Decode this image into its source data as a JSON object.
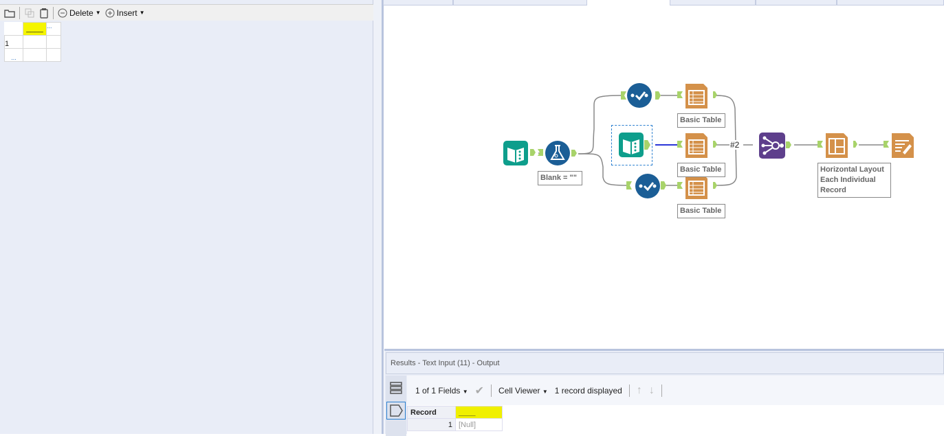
{
  "left_panel": {
    "toolbar": {
      "delete_label": "Delete",
      "insert_label": "Insert"
    },
    "grid": {
      "header_cell": "____",
      "header_more": "...",
      "row_number": "1",
      "add_row": "..."
    }
  },
  "canvas": {
    "labels": {
      "filter_blank": "Blank = \"\"",
      "table1": "Basic Table",
      "table2": "Basic Table",
      "table3": "Basic Table",
      "union_marker": "#2",
      "layout": "Horizontal Layout Each Individual Record"
    }
  },
  "results": {
    "title": "Results - Text Input (11) - Output",
    "fields": "1 of 1 Fields",
    "viewer": "Cell Viewer",
    "count": "1 record displayed",
    "columns": [
      "Record",
      "____"
    ],
    "rows": [
      {
        "record": "1",
        "value": "[Null]"
      }
    ]
  },
  "colors": {
    "input": "#0e9e8c",
    "tool_blue": "#1b5e96",
    "reporting": "#d4914a",
    "union": "#5e3f8c",
    "anchor": "#a8d36a",
    "highlight": "#f0f000"
  }
}
